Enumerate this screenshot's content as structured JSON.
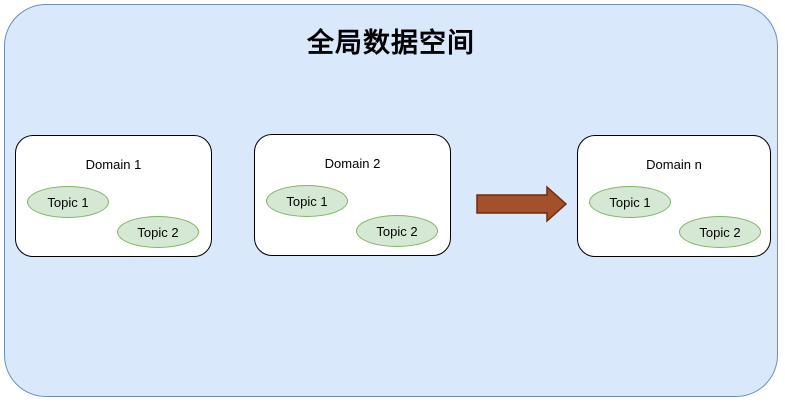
{
  "title": "全局数据空间",
  "domains": [
    {
      "label": "Domain 1",
      "topics": [
        "Topic 1",
        "Topic 2"
      ]
    },
    {
      "label": "Domain 2",
      "topics": [
        "Topic 1",
        "Topic 2"
      ]
    },
    {
      "label": "Domain n",
      "topics": [
        "Topic 1",
        "Topic 2"
      ]
    }
  ],
  "icons": {
    "arrow": "right-block-arrow"
  },
  "colors": {
    "canvas_fill": "#dae8fc",
    "canvas_stroke": "#6c8ebf",
    "domain_fill": "#ffffff",
    "domain_stroke": "#000000",
    "topic_fill": "#d5e8d4",
    "topic_stroke": "#82b366",
    "arrow_fill": "#a2512b",
    "arrow_stroke": "#6e2a12"
  }
}
